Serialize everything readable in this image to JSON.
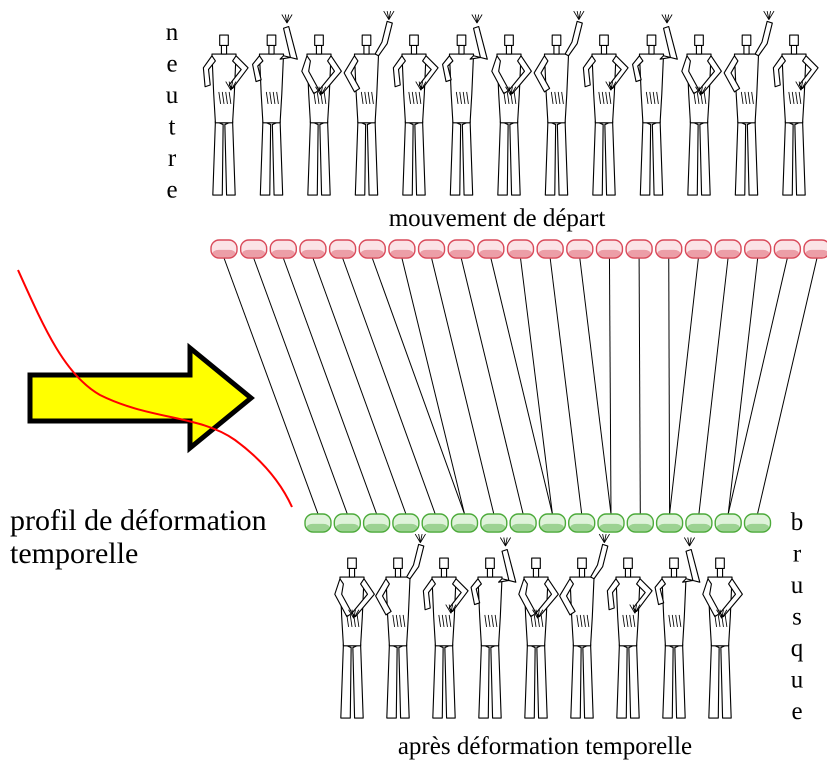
{
  "top_word": "neutre",
  "bottom_word": "brusque",
  "top_caption": "mouvement de départ",
  "bottom_caption": "après déformation temporelle",
  "profile_label": {
    "line1": "profil de déformation",
    "line2": "temporelle"
  },
  "top_frame_count": 21,
  "bottom_frame_count": 16,
  "colors": {
    "top_frame_stroke": "#d94a5a",
    "top_frame_fill": "#fbe3e6",
    "bottom_frame_stroke": "#4caa3a",
    "bottom_frame_fill": "#dff3da",
    "arrow_fill": "#ffff00",
    "curve": "#ff0000"
  },
  "icons": {
    "arrow": "right-arrow-icon",
    "figure": "signer-figure-icon"
  }
}
